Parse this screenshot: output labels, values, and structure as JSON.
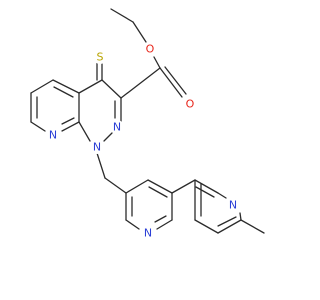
{
  "atom_colors": {
    "S": "#b8a400",
    "O": "#e8261b",
    "N": "#2b3fd6",
    "C": "#2b2b2b"
  },
  "labels": {
    "sulfur": "S",
    "carbonyl_oxygen": "O",
    "ester_oxygen": "O",
    "n_pyridine_fused": "N",
    "n1_ring": "N",
    "n2_ring": "N",
    "n_pyridine_middle": "N",
    "n_pyridine_terminal": "N"
  }
}
